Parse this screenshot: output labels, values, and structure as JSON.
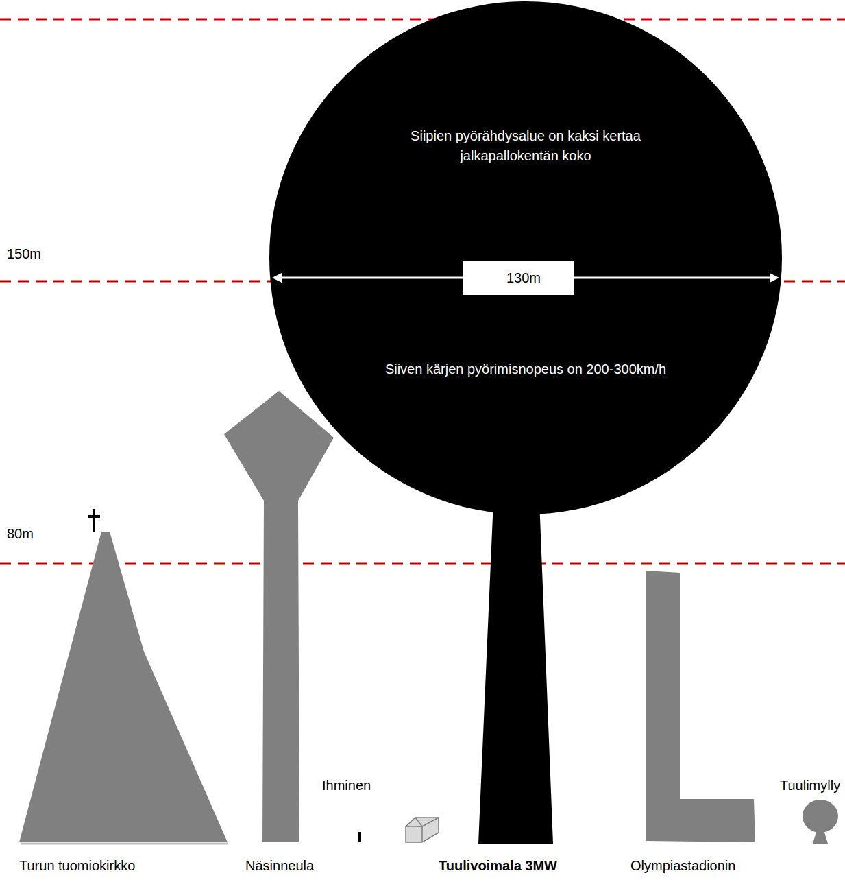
{
  "diagram": {
    "nodes": [
      {
        "text": [
          "Siipien pyörähdysalue on kaksi kertaa jalkapallokentän koko",
          "Siiven kärjen pyörimisnopeus on 200-300km/h"
        ]
      },
      {
        "text": [
          "130m"
        ],
        "in": 0
      }
    ],
    "labels": [
      "150m",
      "80m",
      "Ihminen",
      "Tuulimylly",
      "Turun tuomiokirkko",
      "Näsinneula",
      "Tuulivoimala 3MW",
      "Olympiastadionin"
    ]
  }
}
